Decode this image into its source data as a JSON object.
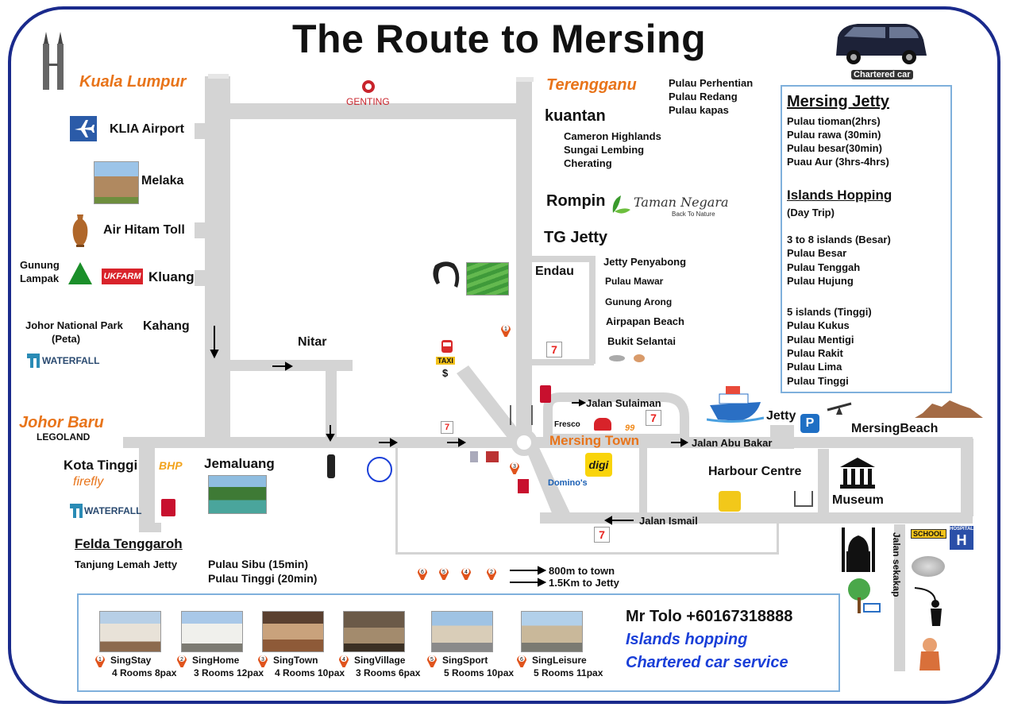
{
  "title": "The Route to Mersing",
  "chartered_car_label": "Chartered car",
  "left": {
    "kuala_lumpur": "Kuala Lumpur",
    "klia": "KLIA Airport",
    "melaka": "Melaka",
    "air_hitam": "Air Hitam Toll",
    "gunung_lampak": "Gunung\nLampak",
    "gunung": "Gunung",
    "lampak": "Lampak",
    "ukfarm": "UKFARM",
    "kluang": "Kluang",
    "johor_np": "Johor National Park",
    "peta": "(Peta)",
    "kahang": "Kahang",
    "waterfall": "WATERFALL",
    "johor_baru": "Johor Baru",
    "legoland": "LEGOLAND",
    "kota_tinggi": "Kota Tinggi",
    "firefly": "firefly",
    "waterfall2": "WATERFALL",
    "jemaluang": "Jemaluang",
    "bhp": "BHP",
    "felda": "Felda Tenggaroh",
    "tanjung": "Tanjung Lemah Jetty",
    "sibu": "Pulau Sibu (15min)",
    "tinggi": "Pulau Tinggi (20min)"
  },
  "center": {
    "genting": "GENTING",
    "nitar": "Nitar",
    "taxi": "TAXI",
    "dollar": "$",
    "terengganu": "Terengganu",
    "kuantan": "kuantan",
    "cameron": "Cameron Highlands",
    "sungai": "Sungai Lembing",
    "cherating": "Cherating",
    "rompin": "Rompin",
    "taman": "Taman Negara",
    "back_to_nature": "Back To Nature",
    "tg_jetty": "TG Jetty",
    "endau": "Endau",
    "jetty_penyabong": "Jetty Penyabong",
    "pulau_mawar": "Pulau Mawar",
    "gunung_arong": "Gunung Arong",
    "airpapan": "Airpapan Beach",
    "bukit": "Bukit Selantai",
    "pulau_perhentian": "Pulau Perhentian",
    "pulau_redang": "Pulau Redang",
    "pulau_kapas": "Pulau kapas",
    "jalan_sulaiman": "Jalan Sulaiman",
    "fresco": "Fresco",
    "pizza": "Pizza Hut",
    "mersing_town": "Mersing Town",
    "dominos": "Domino's",
    "digi": "digi",
    "jalan_abu_bakar": "Jalan Abu Bakar",
    "harbour_centre": "Harbour Centre",
    "jalan_ismail": "Jalan Ismail",
    "jetty": "Jetty",
    "mersing_beach": "MersingBeach",
    "museum": "Museum",
    "jalan_sekakap": "Jalan sekakap",
    "school": "SCHOOL",
    "hospital": "HOSPITAL",
    "h": "H",
    "seven": "7",
    "pins": [
      "1",
      "2",
      "3",
      "4",
      "5",
      "6"
    ],
    "legend_800": "800m to town",
    "legend_15": "1.5Km to Jetty"
  },
  "right_box": {
    "heading": "Mersing Jetty",
    "lines": [
      "Pulau tioman(2hrs)",
      "Pulau rawa (30min)",
      "Pulau besar(30min)",
      "Puau Aur (3hrs-4hrs)"
    ],
    "hop_heading": "Islands Hopping",
    "daytrip": "(Day Trip)",
    "group1": [
      "3 to 8 islands (Besar)",
      "Pulau Besar",
      "Pulau Tenggah",
      "Pulau Hujung"
    ],
    "group2": [
      "5 islands (Tinggi)",
      "Pulau Kukus",
      "Pulau Mentigi",
      "Pulau Rakit",
      "Pulau Lima",
      "Pulau Tinggi"
    ]
  },
  "homestays": [
    {
      "num": "1",
      "name": "SingStay",
      "rooms": "4 Rooms 8pax"
    },
    {
      "num": "2",
      "name": "SingHome",
      "rooms": "3 Rooms 12pax"
    },
    {
      "num": "3",
      "name": "SingTown",
      "rooms": "4 Rooms 10pax"
    },
    {
      "num": "4",
      "name": "SingVillage",
      "rooms": "3 Rooms 6pax"
    },
    {
      "num": "5",
      "name": "SingSport",
      "rooms": "5 Rooms 10pax"
    },
    {
      "num": "6",
      "name": "SingLeisure",
      "rooms": "5 Rooms 11pax"
    }
  ],
  "contact": {
    "phone": "Mr Tolo +60167318888",
    "line1": "Islands hopping",
    "line2": "Chartered car service"
  },
  "colors": {
    "frame": "#1a2a8c",
    "road": "#d4d4d4",
    "accent": "#e8741a",
    "blue": "#1a3fd8",
    "box": "#7fb0dc"
  }
}
